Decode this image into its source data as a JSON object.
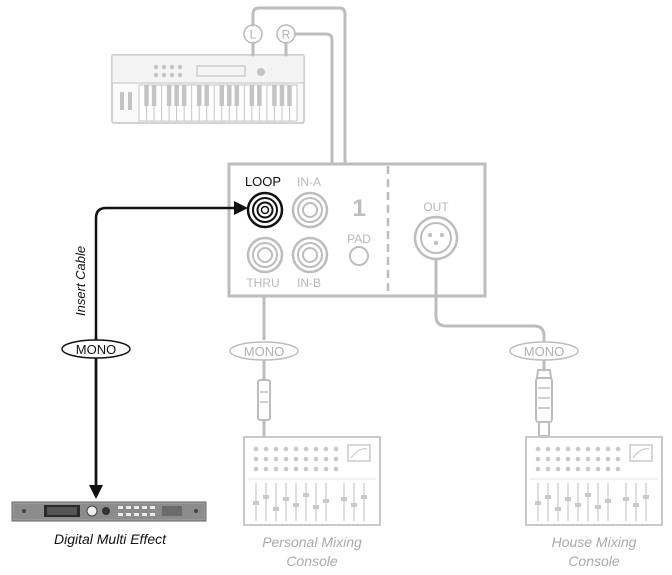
{
  "keyboard": {
    "jack_left": "L",
    "jack_right": "R"
  },
  "di_box": {
    "channel_number": "1",
    "jack_loop": "LOOP",
    "jack_in_a": "IN-A",
    "jack_thru": "THRU",
    "jack_in_b": "IN-B",
    "pad_label": "PAD",
    "out_label": "OUT"
  },
  "cables": {
    "insert_label": "Insert Cable",
    "mono_left": "MONO",
    "mono_middle": "MONO",
    "mono_right": "MONO"
  },
  "devices": {
    "effect_name": "Digital Multi Effect",
    "personal_line1": "Personal Mixing",
    "personal_line2": "Console",
    "house_line1": "House Mixing",
    "house_line2": "Console"
  },
  "colors": {
    "active": "#111111",
    "inactive": "#b8b8b8",
    "caption_inactive": "#aaaaaa"
  }
}
